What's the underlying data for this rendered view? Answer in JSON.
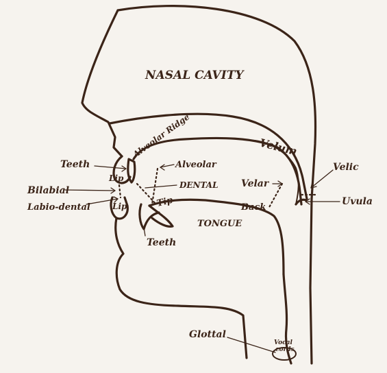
{
  "labels": {
    "nasal_cavity": "NASAL CAVITY",
    "tongue": "TONGUE",
    "velum": "Velum",
    "velic": "Velic",
    "uvula": "Uvula",
    "velar": "Velar",
    "back": "Back",
    "tip": "Tip",
    "teeth_upper": "Teeth",
    "teeth_lower": "Teeth",
    "lip_upper": "Lip",
    "lip_lower": "Lip",
    "bilabial": "Bilabial",
    "labio_dental": "Labio-dental",
    "alveolar_ridge": "Alveolar Ridge",
    "alveolar": "Alveolar",
    "dental": "DENTAL",
    "glottal": "Glottal",
    "vocal_cords_1": "Vocal",
    "vocal_cords_2": "cords"
  },
  "colors": {
    "ink": "#3b2418",
    "paper": "#f6f3ee"
  }
}
